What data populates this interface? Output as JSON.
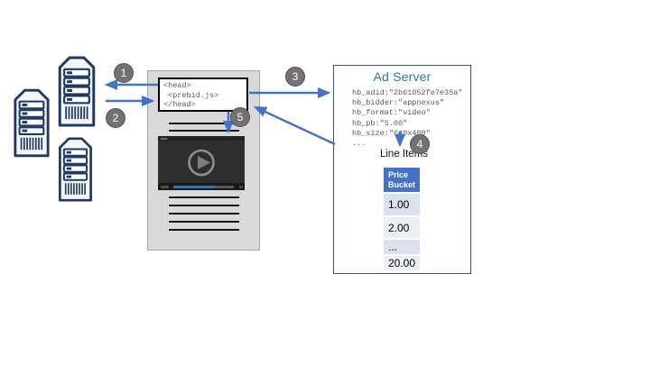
{
  "colors": {
    "arrow_blue": "#4472C4",
    "navy": "#1F3864",
    "circle_fill": "#767171",
    "circle_border": "#44546A",
    "title_blue": "#2E74B5",
    "panel_border": "#2F5496",
    "table_header": "#4472C4",
    "band_dark": "#DCE1F0",
    "band_light": "#ECEEF7",
    "page_gray": "#D9D9D9",
    "code_text": "#595959",
    "progress_blue": "#2E75B6"
  },
  "steps": [
    "1",
    "2",
    "3",
    "4",
    "5"
  ],
  "page": {
    "code_lines": [
      "<head>",
      " <prebid.js>",
      "</head>"
    ]
  },
  "ad_server": {
    "title": "Ad Server",
    "code_lines": [
      "hb_adid:\"2b61052fe7e35a\"",
      "hb_bidder:\"appnexus\"",
      "hb_format:\"video\"",
      "hb_pb:\"5.00\"",
      "hb_size:\"640x480\"",
      "..."
    ],
    "line_items_label": "Line Items",
    "table": {
      "header_lines": [
        "Price",
        "Bucket"
      ],
      "rows": [
        "1.00",
        "2.00",
        "...",
        "20.00"
      ]
    }
  }
}
